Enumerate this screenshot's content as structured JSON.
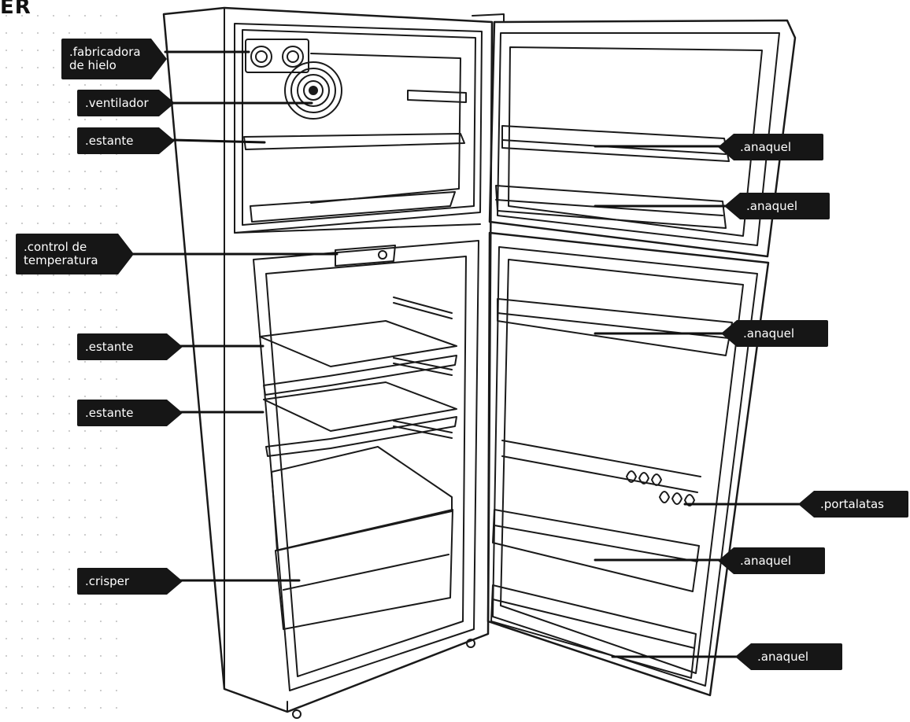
{
  "partial_heading": "ER",
  "labels_left": [
    {
      "id": "fabricadora",
      "lines": [
        ".fabricadora",
        "de hielo"
      ]
    },
    {
      "id": "ventilador",
      "lines": [
        ".ventilador"
      ]
    },
    {
      "id": "estante-1",
      "lines": [
        ".estante"
      ]
    },
    {
      "id": "control",
      "lines": [
        ".control de",
        "temperatura"
      ]
    },
    {
      "id": "estante-2",
      "lines": [
        ".estante"
      ]
    },
    {
      "id": "estante-3",
      "lines": [
        ".estante"
      ]
    },
    {
      "id": "crisper",
      "lines": [
        ".crisper"
      ]
    }
  ],
  "labels_right": [
    {
      "id": "anaquel-1",
      "lines": [
        ".anaquel"
      ]
    },
    {
      "id": "anaquel-2",
      "lines": [
        ".anaquel"
      ]
    },
    {
      "id": "anaquel-3",
      "lines": [
        ".anaquel"
      ]
    },
    {
      "id": "portalatas",
      "lines": [
        ".portalatas"
      ]
    },
    {
      "id": "anaquel-4",
      "lines": [
        ".anaquel"
      ]
    },
    {
      "id": "anaquel-5",
      "lines": [
        ".anaquel"
      ]
    }
  ]
}
